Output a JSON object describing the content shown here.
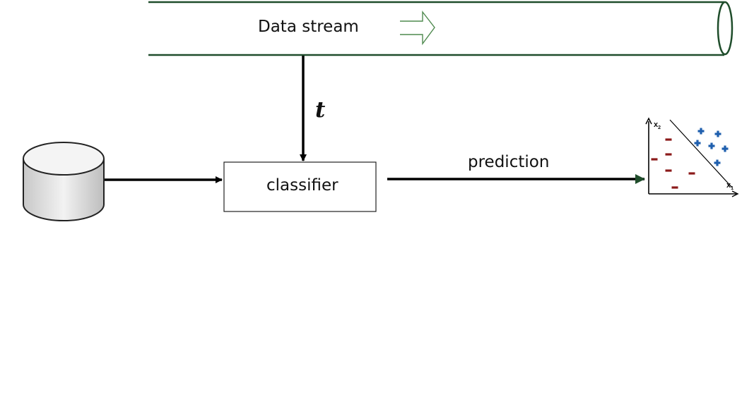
{
  "stream": {
    "label": "Data stream"
  },
  "input": {
    "label": "t"
  },
  "classifier": {
    "label": "classifier"
  },
  "output": {
    "label": "prediction"
  },
  "plot": {
    "x1_label": "x",
    "x1_sub": "1",
    "x2_label": "x",
    "x2_sub": "2",
    "plus_symbol": "+",
    "minus_symbol": "−",
    "plus_color": "#1f5fae",
    "minus_color": "#8b1a1a"
  },
  "colors": {
    "pipe": "#1f4d2b",
    "arrow": "#000000",
    "prediction_arrow": "#1f4d2b",
    "database_fill": "#dcdcdc"
  }
}
